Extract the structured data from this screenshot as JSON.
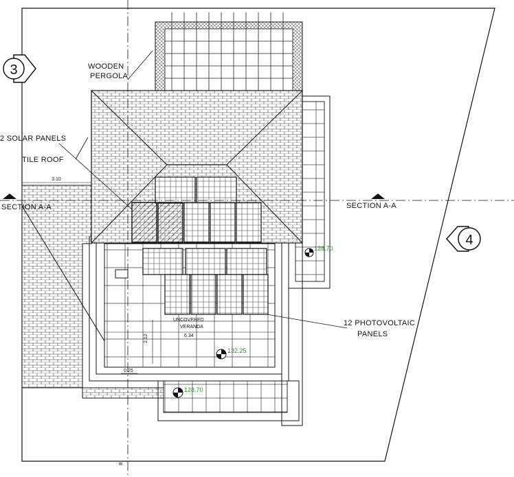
{
  "annotations": {
    "wooden_pergola_line1": "WOODEN",
    "wooden_pergola_line2": "PERGOLA",
    "solar_panels": "2 SOLAR PANELS",
    "tile_roof": "TILE ROOF",
    "photovoltaic_line1": "12 PHOTOVOLTAIC",
    "photovoltaic_line2": "PANELS",
    "uncovered_line1": "UNCOVERED",
    "uncovered_line2": "VERANDA"
  },
  "section_labels": {
    "left": "SECTION A-A",
    "right": "SECTION A-A",
    "bottom": "B"
  },
  "view_markers": {
    "left": "3",
    "right": "4"
  },
  "dimensions": {
    "roof_width": "3.10",
    "veranda_width": "6.34",
    "veranda_depth": "2.12",
    "step_offset": "0.25"
  },
  "levels": {
    "upper_right": "128.70",
    "veranda": "132.25",
    "bottom": "128.70"
  },
  "colors": {
    "line": "#111111",
    "level_text": "#3a8f3a"
  }
}
